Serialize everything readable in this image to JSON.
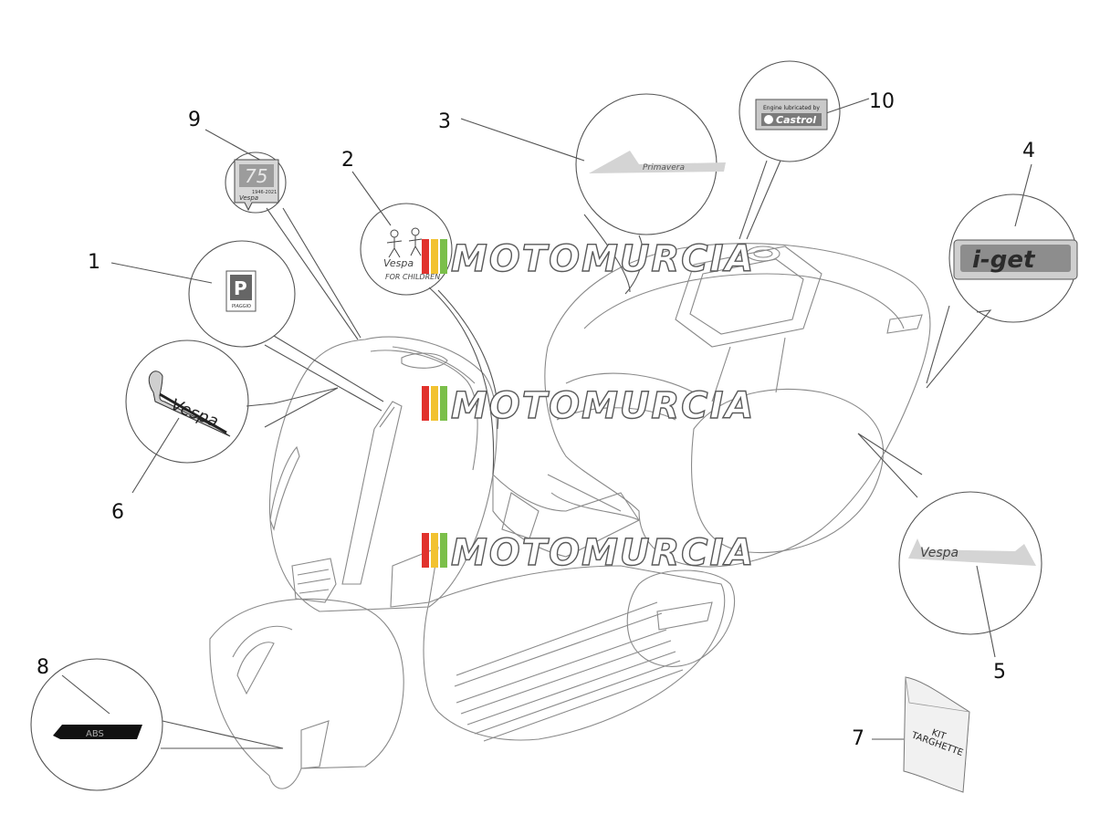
{
  "callouts": [
    {
      "number": "1"
    },
    {
      "number": "2"
    },
    {
      "number": "3"
    },
    {
      "number": "4"
    },
    {
      "number": "5"
    },
    {
      "number": "6"
    },
    {
      "number": "7"
    },
    {
      "number": "8"
    },
    {
      "number": "9"
    },
    {
      "number": "10"
    }
  ],
  "watermark": {
    "text": "MOTOMURCIA"
  },
  "decals": {
    "castrol_top": "Engine lubricated by",
    "castrol_brand": "Castrol",
    "abs": "ABS",
    "children_text": "FOR CHILDREN",
    "seventyfive_years": "1946-2021",
    "iget": "i-get",
    "kit_line1": "KIT",
    "kit_line2": "TARGHETTE",
    "vespa_script": "Vespa",
    "piaggio_small": "PIAGGIO",
    "primavera": "Primavera"
  },
  "colors": {
    "line": "#555555",
    "watermark_red": "#e1322d",
    "watermark_yellow": "#f2c230",
    "watermark_green": "#7bbf4a"
  }
}
